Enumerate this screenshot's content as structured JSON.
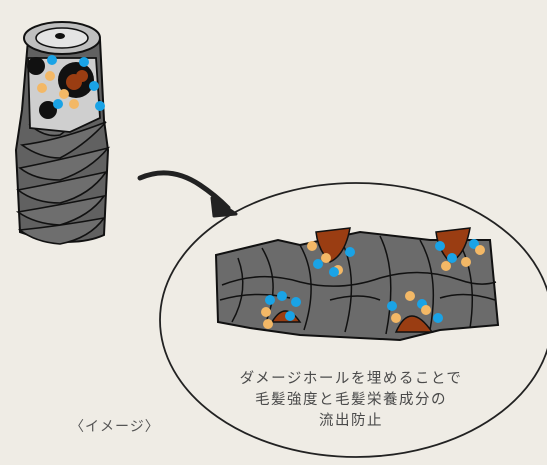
{
  "caption": {
    "line1": "ダメージホールを埋めることで",
    "line2": "毛髪強度と毛髪栄養成分の",
    "line3": "流出防止"
  },
  "image_label": "〈イメージ〉",
  "colors": {
    "background": "#efece5",
    "hair_gray": "#6b6b6b",
    "cuticle_dark": "#5a5a5a",
    "core_light": "#cfcfcf",
    "filler_brown": "#9a3d12",
    "dot_blue": "#1aa3e6",
    "dot_orange": "#f3b866",
    "outline": "#111111"
  }
}
